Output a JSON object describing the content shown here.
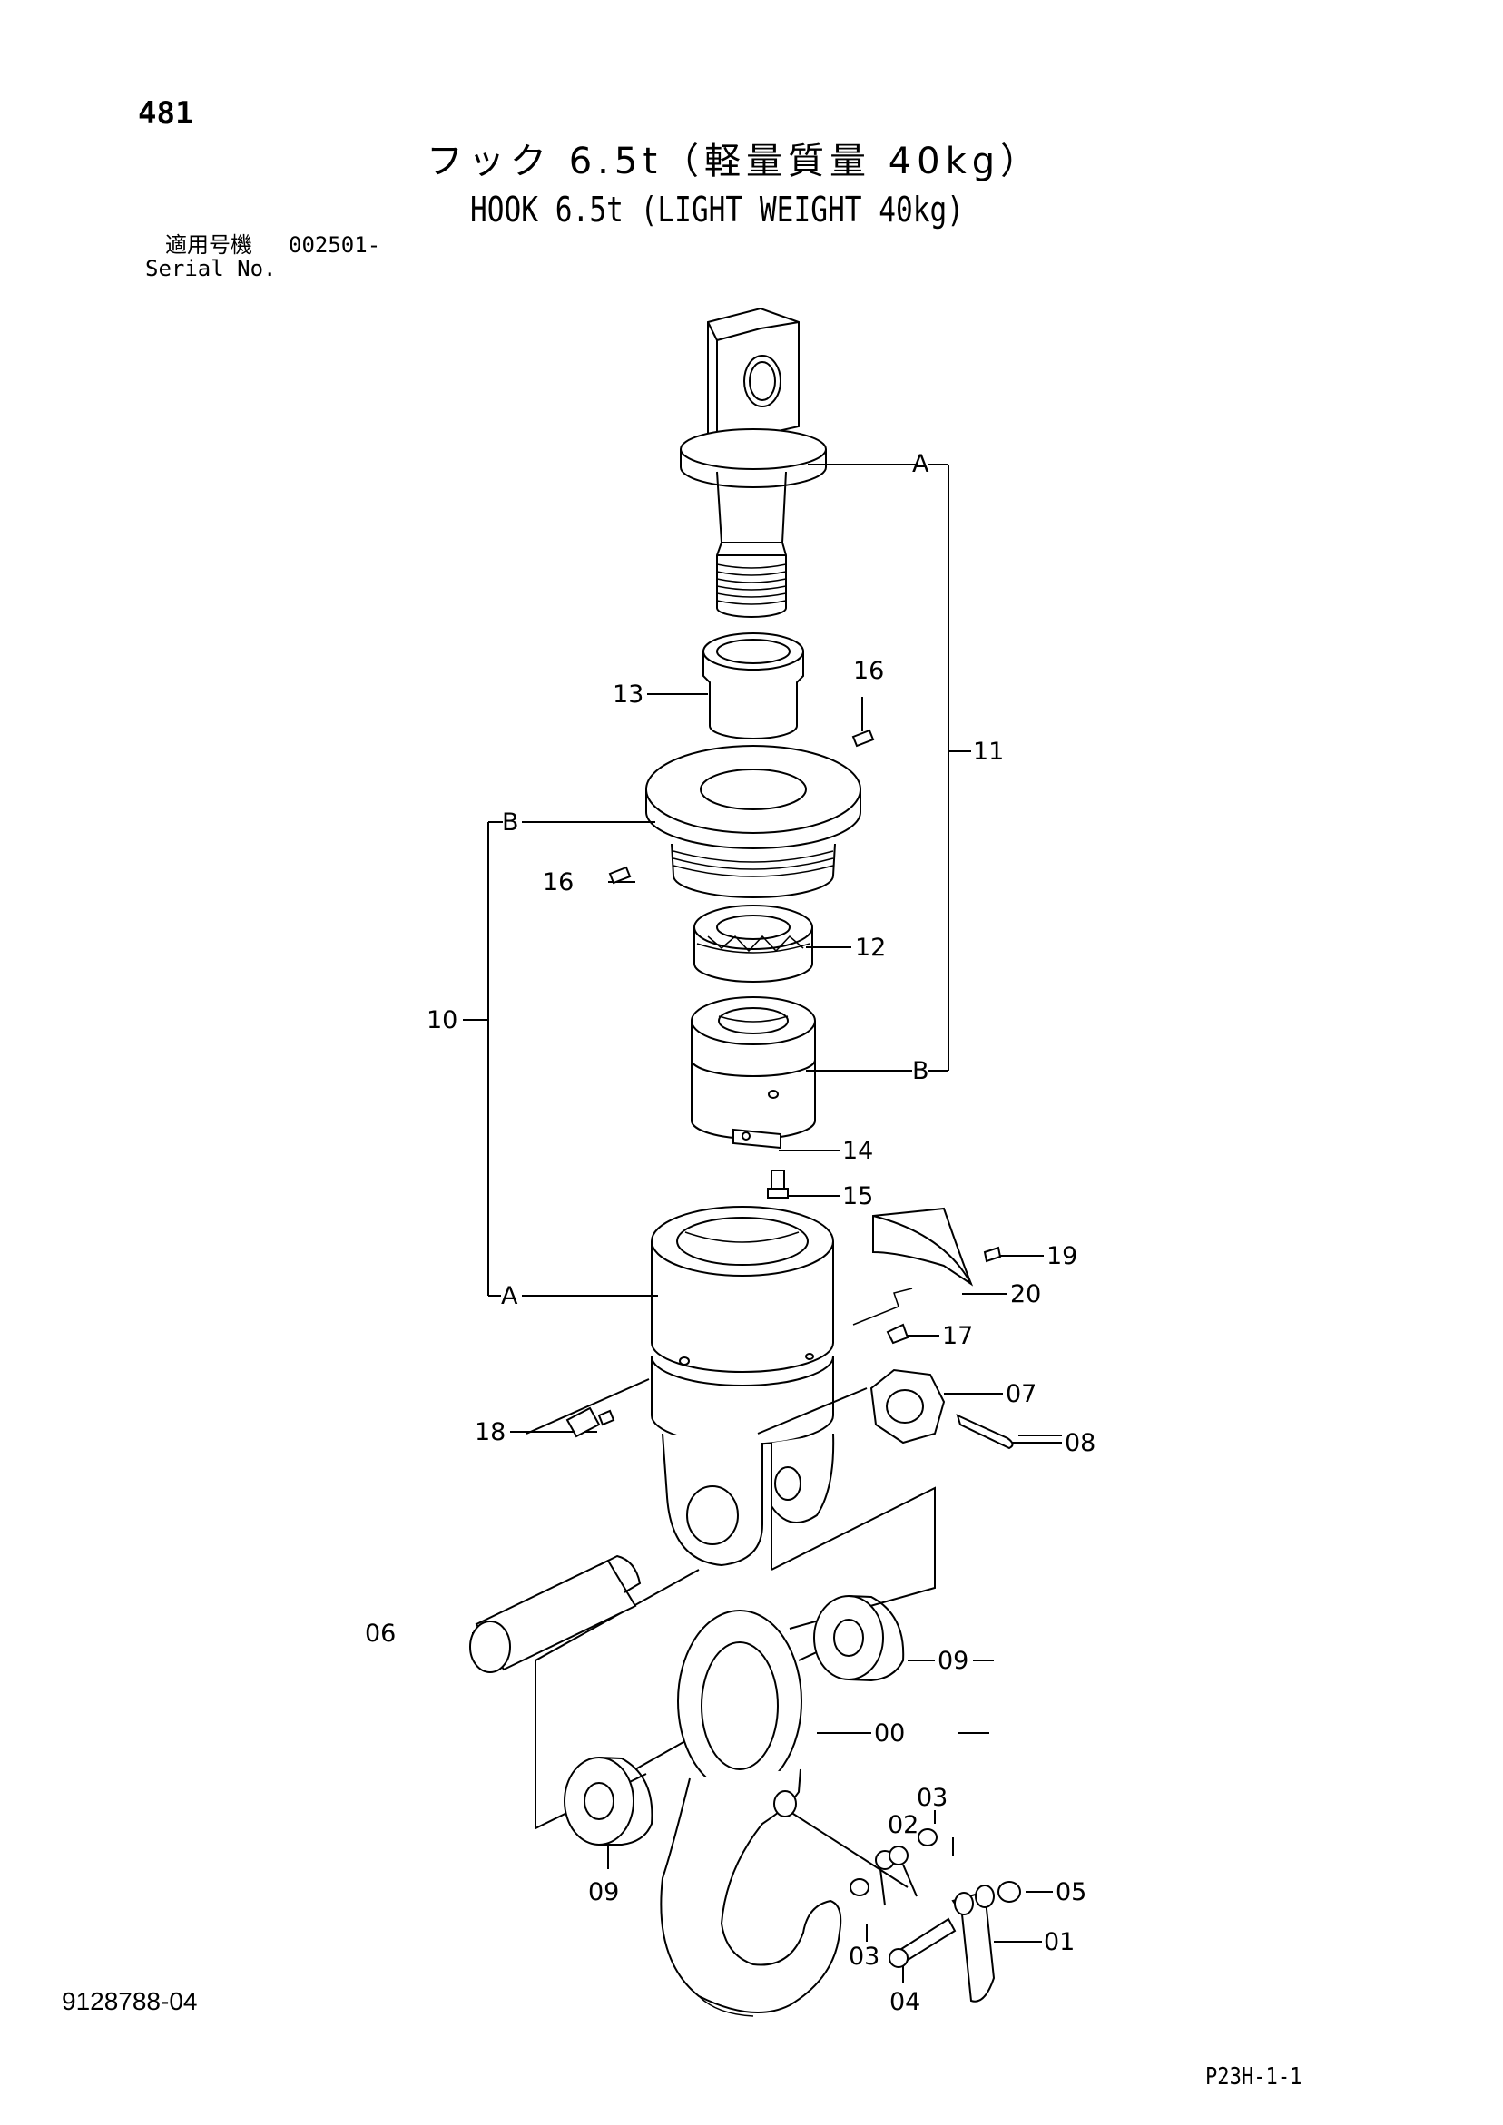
{
  "header": {
    "page_number": "481",
    "title_jp": "フック 6.5t（軽量質量 40kg）",
    "title_en": "HOOK 6.5t (LIGHT WEIGHT 40kg)",
    "serial_label_jp": "適用号機",
    "serial_value": "002501-",
    "serial_label_en": "Serial No."
  },
  "callouts": {
    "A_top": "A",
    "B_upper": "B",
    "B_lower": "B",
    "A_lower": "A",
    "c11": "11",
    "c10": "10",
    "c13": "13",
    "c16a": "16",
    "c16b": "16",
    "c12": "12",
    "c14": "14",
    "c15": "15",
    "c19": "19",
    "c20": "20",
    "c17": "17",
    "c07": "07",
    "c08": "08",
    "c18": "18",
    "c06": "06",
    "c09a": "09",
    "c09b": "09",
    "c00": "00",
    "c03a": "03",
    "c02": "02",
    "c05": "05",
    "c01": "01",
    "c03b": "03",
    "c04": "04"
  },
  "footer": {
    "document_number": "9128788-04",
    "page_code": "P23H-1-1"
  }
}
